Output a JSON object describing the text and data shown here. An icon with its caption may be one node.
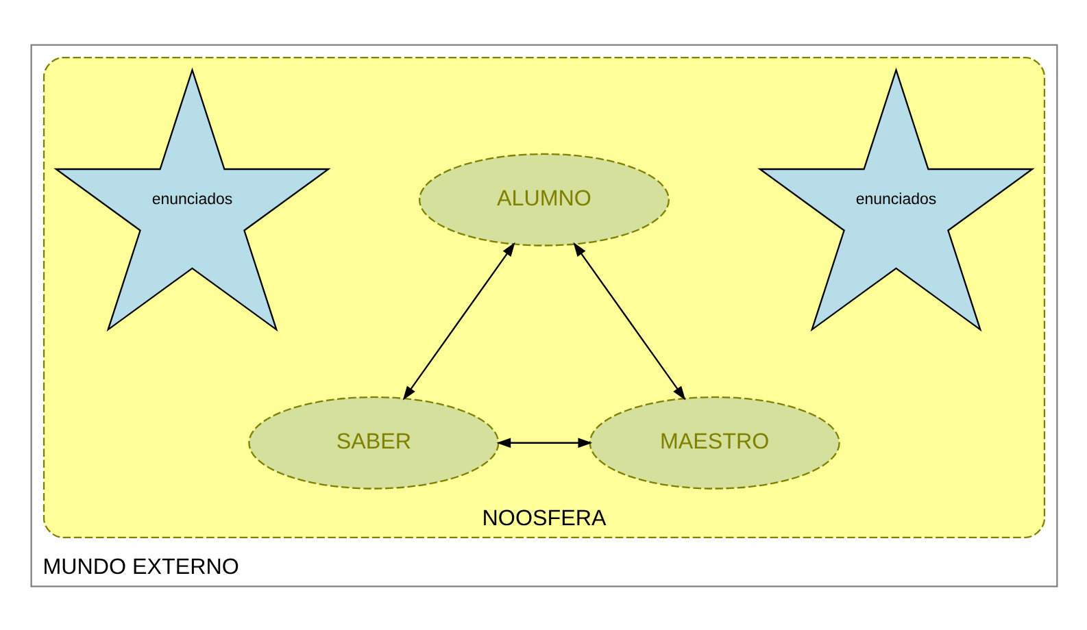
{
  "diagram": {
    "nodes": [
      {
        "text": [
          "MUNDO EXTERNO"
        ]
      },
      {
        "text": [
          "NOOSFERA"
        ],
        "in": 0
      },
      {
        "text": [
          "ALUMNO"
        ],
        "in": 1
      },
      {
        "text": [
          "enunciados"
        ],
        "in": 1
      },
      {
        "text": [
          "enunciados"
        ],
        "in": 1
      },
      {
        "text": [
          "SABER"
        ],
        "in": 1
      },
      {
        "text": [
          "MAESTRO"
        ],
        "in": 1
      }
    ],
    "edges": [
      {
        "from": 2,
        "to": 5,
        "arrow": "both"
      },
      {
        "from": 2,
        "to": 6,
        "arrow": "both"
      },
      {
        "from": 5,
        "to": 6,
        "arrow": "both"
      }
    ]
  }
}
